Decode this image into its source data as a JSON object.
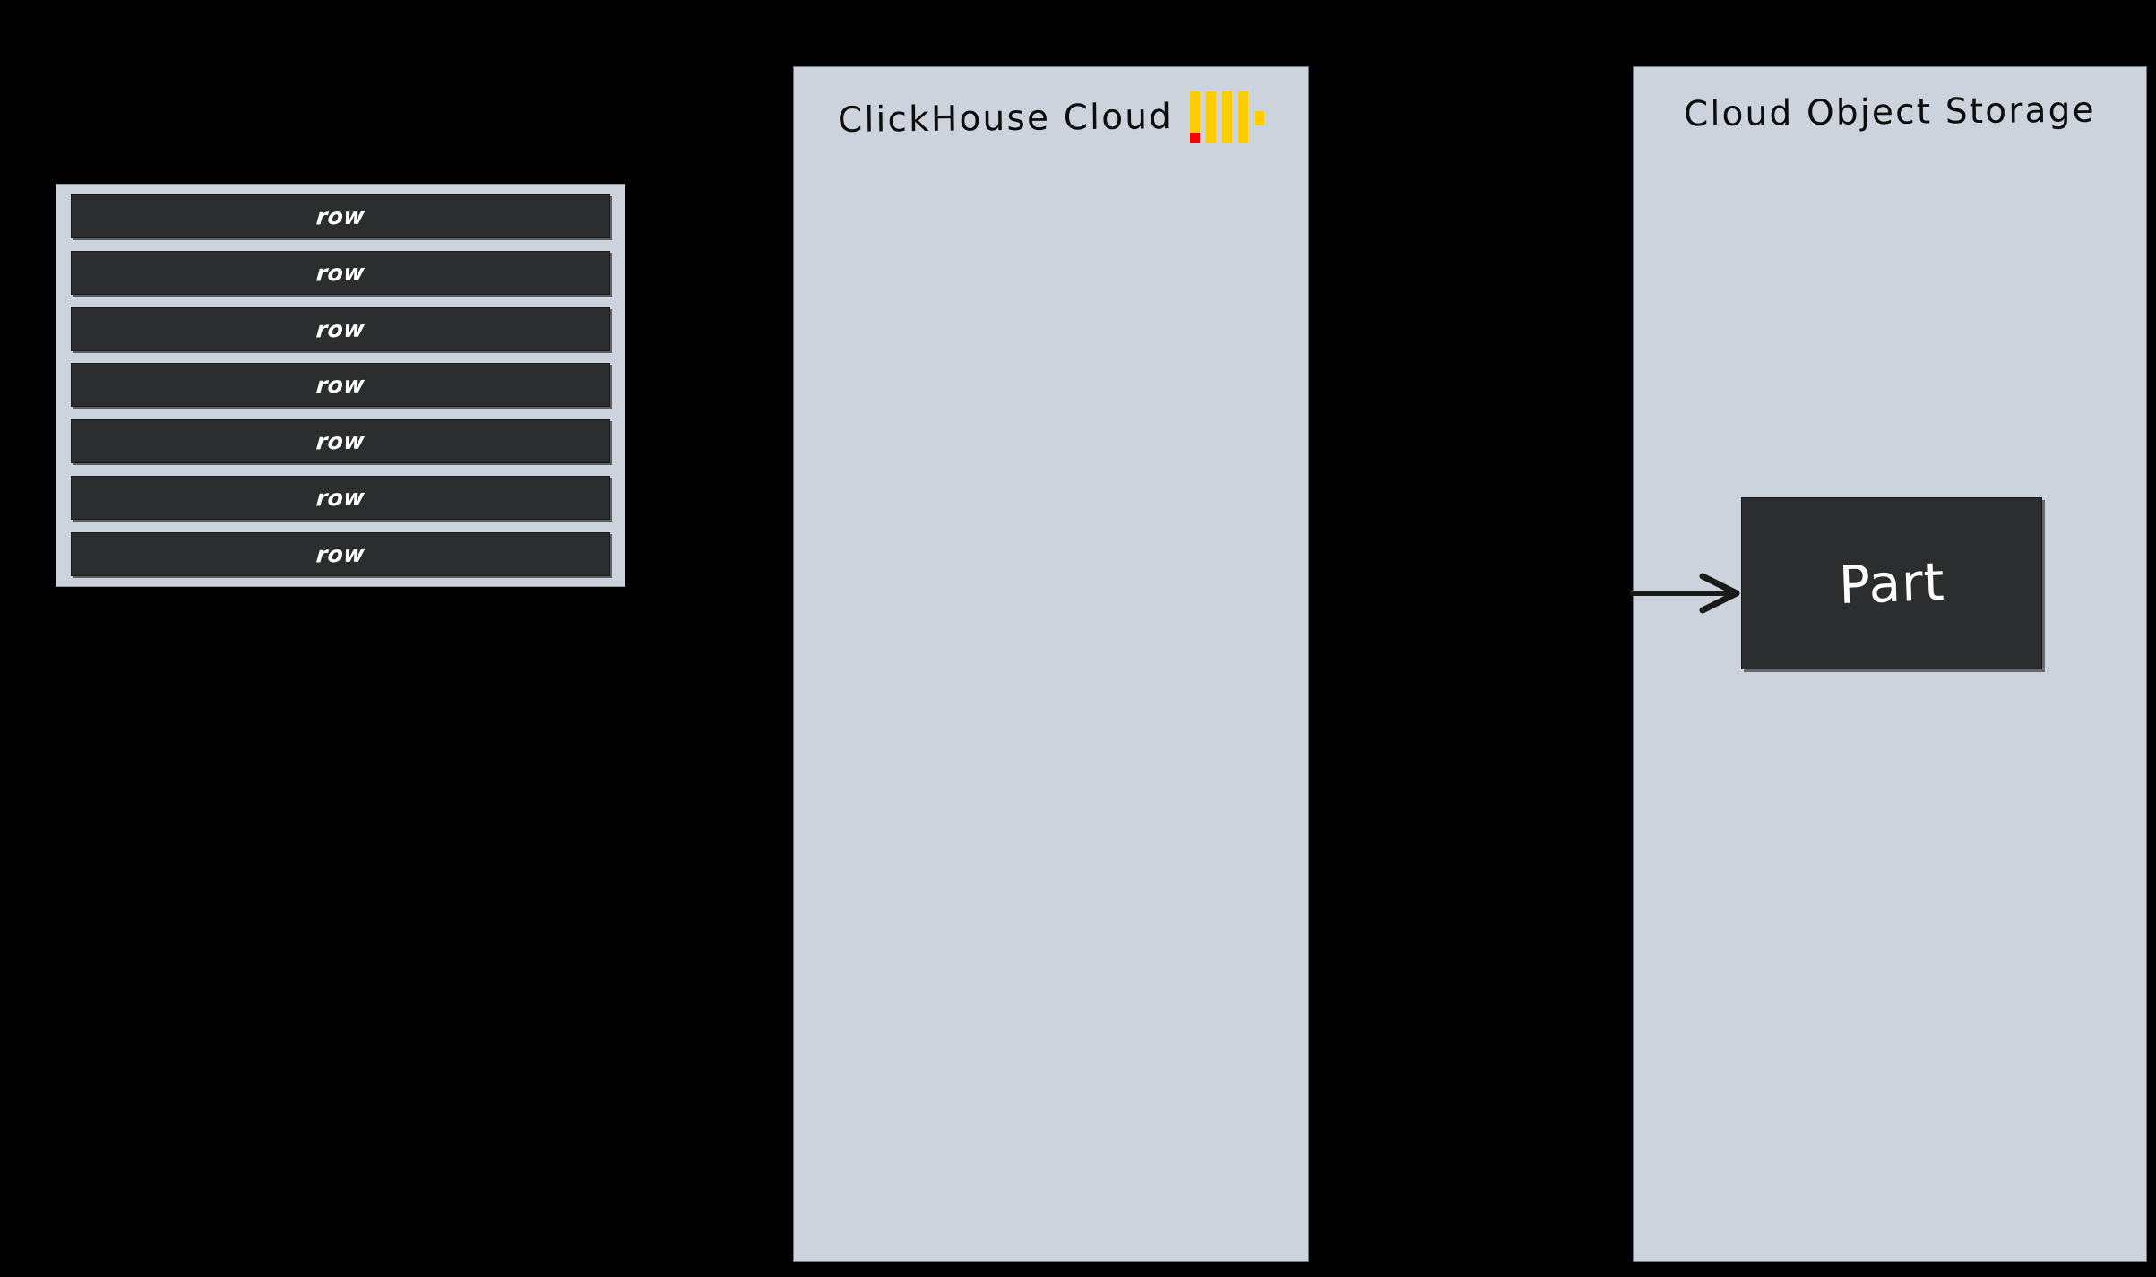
{
  "diagram": {
    "background_color": "#000000",
    "panel_color": "#ccd3dc",
    "block_color": "#2b2d2e",
    "accent_yellow": "#ffcc00",
    "accent_red": "#ff0000"
  },
  "rows_table": {
    "name": "rows-table",
    "rows": [
      {
        "label": "row"
      },
      {
        "label": "row"
      },
      {
        "label": "row"
      },
      {
        "label": "row"
      },
      {
        "label": "row"
      },
      {
        "label": "row"
      },
      {
        "label": "row"
      }
    ]
  },
  "panels": [
    {
      "id": "clickhouse-cloud",
      "title": "ClickHouse Cloud",
      "has_logo": true,
      "logo": {
        "name": "clickhouse-logo",
        "bars": 4,
        "red_bar_index": 0,
        "dot": true
      }
    },
    {
      "id": "cloud-object-storage",
      "title": "Cloud Object Storage",
      "has_logo": false,
      "part": {
        "label": "Part"
      }
    }
  ],
  "arrow": {
    "name": "insert-arrow",
    "direction": "right",
    "from": "clickhouse-cloud",
    "to": "part"
  }
}
